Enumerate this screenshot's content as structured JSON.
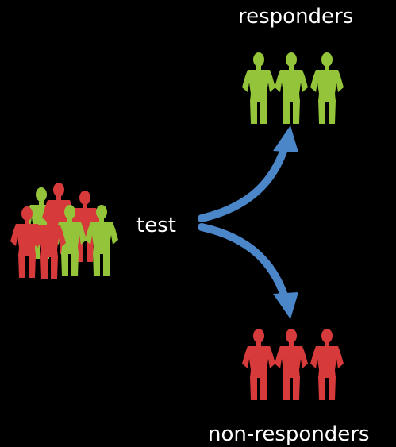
{
  "labels": {
    "responders": "responders",
    "test": "test",
    "non_responders": "non-responders"
  },
  "colors": {
    "background": "#000000",
    "responder": "#93c43a",
    "non_responder": "#d63a3a",
    "arrow": "#4a86c8",
    "text": "#ffffff"
  },
  "groups": {
    "mixed_crowd": {
      "responders": 3,
      "non_responders": 4
    },
    "responders_group": {
      "count": 3
    },
    "non_responders_group": {
      "count": 3
    }
  }
}
